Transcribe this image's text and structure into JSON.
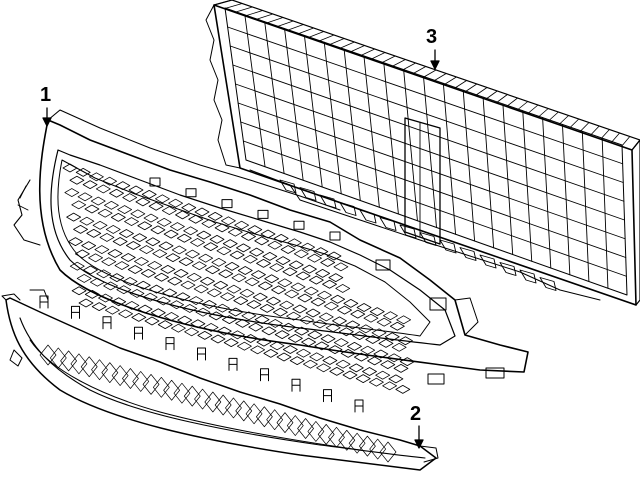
{
  "callouts": [
    {
      "number": "1",
      "part": "grille"
    },
    {
      "number": "2",
      "part": "lower-grille"
    },
    {
      "number": "3",
      "part": "air-deflector-shutter"
    }
  ],
  "colors": {
    "line": "#000000",
    "background": "#ffffff"
  }
}
